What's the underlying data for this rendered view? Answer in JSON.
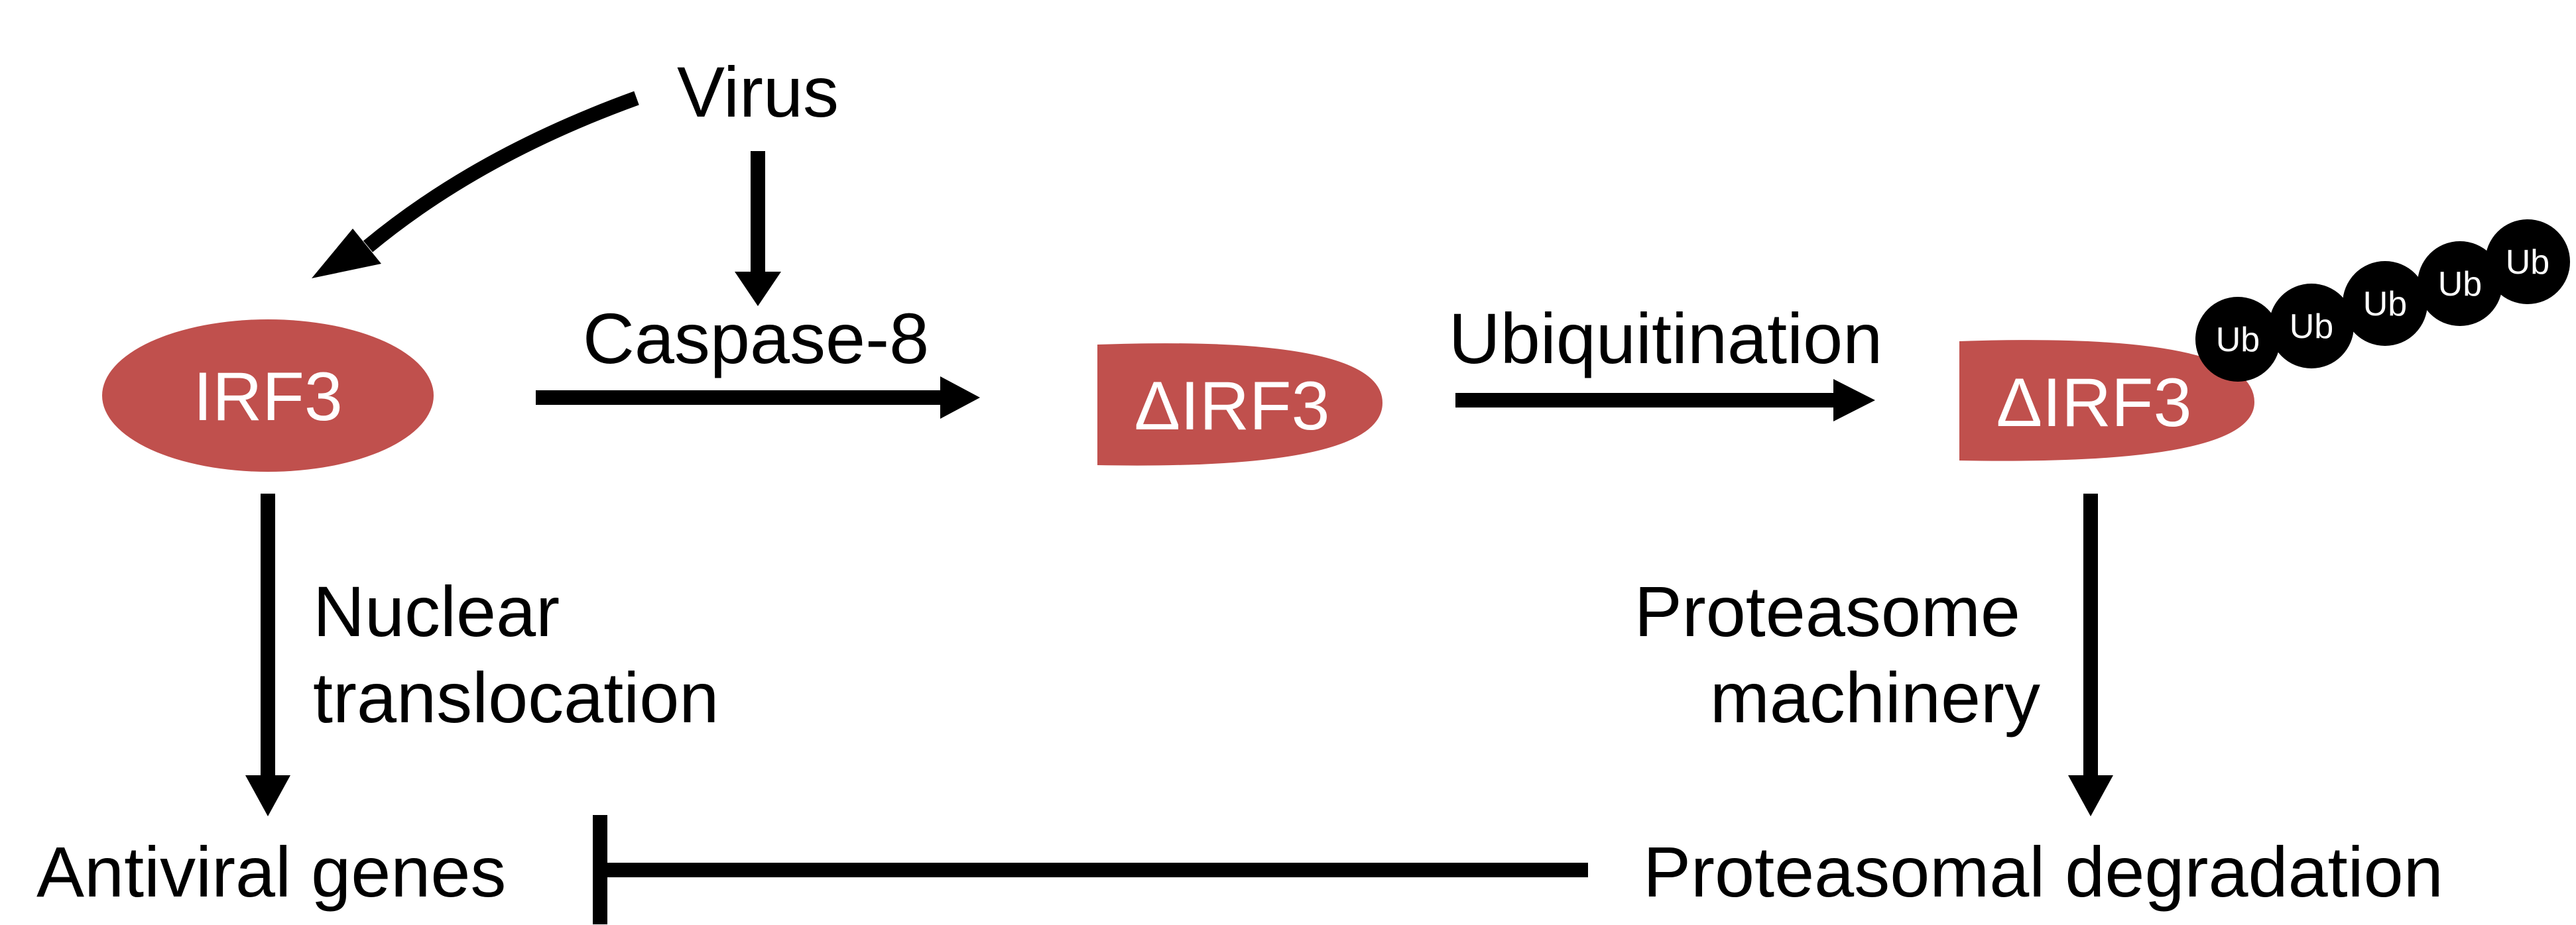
{
  "colors": {
    "protein": "#c0504d",
    "line": "#000000",
    "ub": "#000000",
    "text": "#000000",
    "node_text": "#ffffff"
  },
  "nodes": {
    "virus": "Virus",
    "irf3": "IRF3",
    "dirf3_cleaved": "ΔIRF3",
    "dirf3_ub": "ΔIRF3",
    "antiviral_genes": "Antiviral genes",
    "proteasomal_degradation": "Proteasomal degradation"
  },
  "edges": {
    "caspase": "Caspase-8",
    "ubiquitination": "Ubiquitination",
    "nuclear_1": "Nuclear",
    "nuclear_2": "translocation",
    "proteasome_1": "Proteasome",
    "proteasome_2": "machinery"
  },
  "ub_chain": [
    "Ub",
    "Ub",
    "Ub",
    "Ub",
    "Ub"
  ]
}
